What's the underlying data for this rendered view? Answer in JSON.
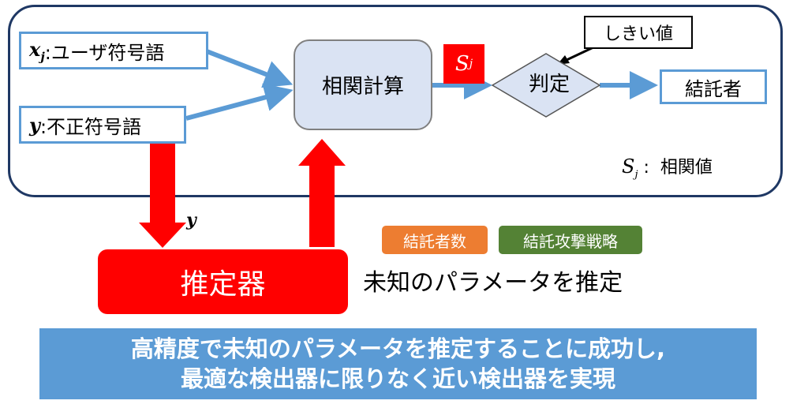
{
  "inputs": {
    "user_code": {
      "var": "x",
      "sub": "j",
      "label": ":ユーザ符号語"
    },
    "illegal_code": {
      "var": "y",
      "label": ":不正符号語"
    }
  },
  "process": {
    "correlation": "相関計算",
    "score_var": "S",
    "score_sub": "j",
    "judge": "判定",
    "threshold": "しきい値",
    "colluder": "結託者"
  },
  "legend": {
    "var": "S",
    "sub": "j",
    "sep": ":",
    "meaning": "相関値"
  },
  "estimator": {
    "input_var": "y",
    "label": "推定器",
    "params": [
      "結託者数",
      "結託攻撃戦略"
    ],
    "param_colors": [
      "#ed7d31",
      "#548235"
    ],
    "caption": "未知のパラメータを推定"
  },
  "banner": {
    "line1": "高精度で未知のパラメータを推定することに成功し,",
    "line2": "最適な検出器に限りなく近い検出器を実現"
  },
  "colors": {
    "frame": "#1f3864",
    "box_border": "#5b9bd5",
    "flow_arrow": "#5b9bd5",
    "estimator": "#ff0000",
    "correlation_fill": "#dae3f3",
    "judge_fill": "#dae3f3",
    "banner": "#5b9bd5"
  }
}
